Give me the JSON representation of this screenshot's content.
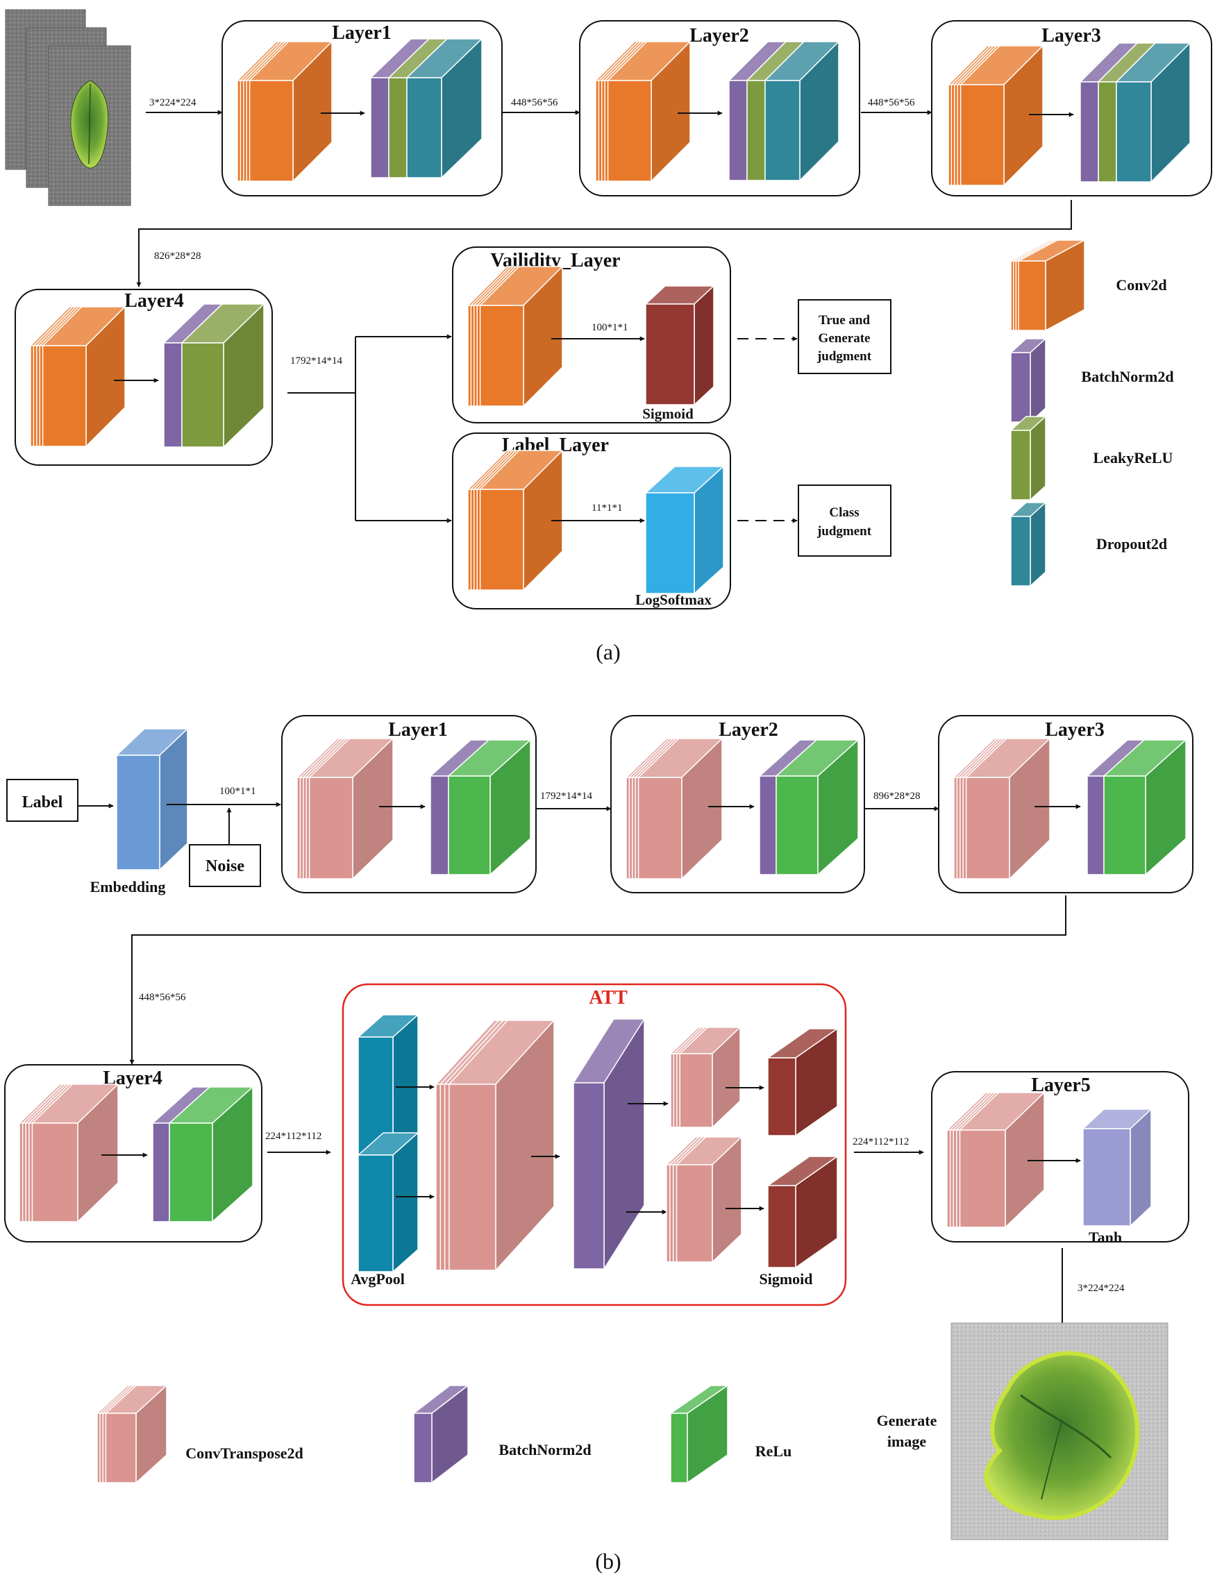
{
  "colors": {
    "conv": "#e8782a",
    "batchnorm": "#7e65a3",
    "leakyrelu": "#7d9a3e",
    "dropout": "#2f8799",
    "sigmoid": "#943731",
    "logsoftmax": "#32ade5",
    "convtranspose": "#da9590",
    "relu": "#4bb74c",
    "embedding": "#6a9ad5",
    "avgpool": "#0f88a9",
    "tanh": "#9b9cd3",
    "att_border": "#e0261f"
  },
  "panel_a": {
    "caption": "(a)",
    "input_image_icon": "leaf-image-stack",
    "layers": {
      "layer1": "Layer1",
      "layer2": "Layer2",
      "layer3": "Layer3",
      "layer4": "Layer4",
      "validity": "Vailidity_Layer",
      "label": "Label_Layer"
    },
    "dims": {
      "input": "3*224*224",
      "l1_l2": "448*56*56",
      "l2_l3": "448*56*56",
      "l3_l4": "826*28*28",
      "l4_out": "1792*14*14",
      "validity_out": "100*1*1",
      "label_out": "11*1*1"
    },
    "block_labels": {
      "sigmoid": "Sigmoid",
      "logsoftmax": "LogSoftmax"
    },
    "outputs": {
      "true_generate": [
        "True and",
        "Generate",
        "judgment"
      ],
      "class": [
        "Class",
        "judgment"
      ]
    },
    "legend": [
      "Conv2d",
      "BatchNorm2d",
      "LeakyReLU",
      "Dropout2d"
    ]
  },
  "panel_b": {
    "caption": "(b)",
    "inputs": {
      "label": "Label",
      "noise": "Noise",
      "embedding": "Embedding"
    },
    "layers": {
      "layer1": "Layer1",
      "layer2": "Layer2",
      "layer3": "Layer3",
      "layer4": "Layer4",
      "layer5": "Layer5",
      "att": "ATT"
    },
    "dims": {
      "embed_out": "100*1*1",
      "l1_l2": "1792*14*14",
      "l2_l3": "896*28*28",
      "l3_l4": "448*56*56",
      "l4_att": "224*112*112",
      "att_l5": "224*112*112",
      "l5_out": "3*224*224"
    },
    "block_labels": {
      "avgpool": "AvgPool",
      "sigmoid": "Sigmoid",
      "tanh": "Tanh"
    },
    "generate_image": [
      "Generate",
      "image"
    ],
    "generated_image_icon": "generated-leaf-image",
    "legend": [
      "ConvTranspose2d",
      "BatchNorm2d",
      "ReLu"
    ]
  }
}
